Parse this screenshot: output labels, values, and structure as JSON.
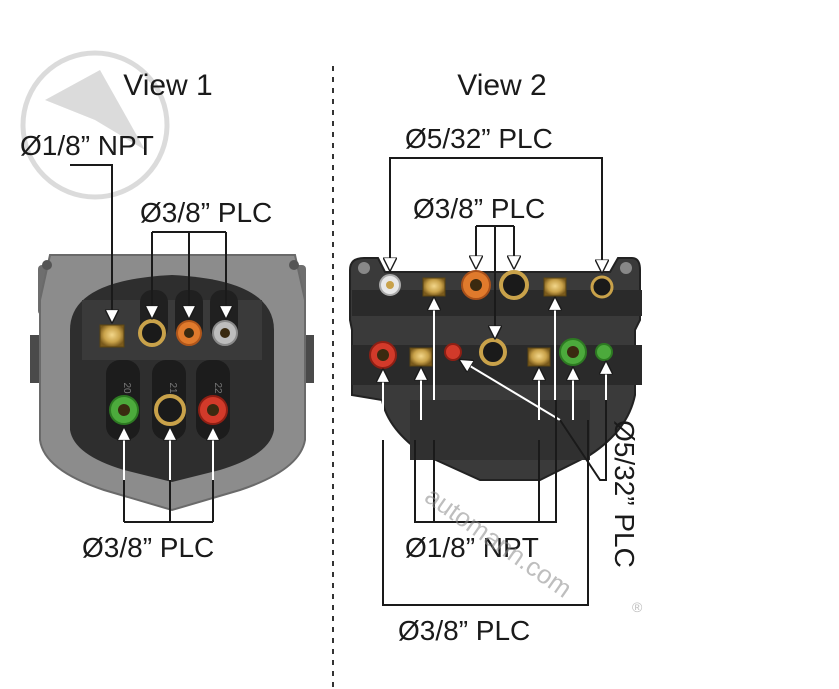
{
  "views": [
    {
      "title": "View 1",
      "labels": {
        "npt_top": "Ø1/8” NPT",
        "plc_top": "Ø3/8” PLC",
        "plc_bottom": "Ø3/8” PLC"
      },
      "port_numbers": [
        "20",
        "21",
        "22"
      ]
    },
    {
      "title": "View 2",
      "labels": {
        "plc_532_top": "Ø5/32” PLC",
        "plc_38_top": "Ø3/8” PLC",
        "plc_532_side": "Ø5/32” PLC",
        "npt_bottom": "Ø1/8” NPT",
        "plc_38_bottom": "Ø3/8” PLC"
      }
    }
  ],
  "watermark": {
    "url_text": "automann.com",
    "registered_mark": "®"
  },
  "colors": {
    "housing_gray": "#8c8c8c",
    "connector_dark": "#262626",
    "brass": "#c9a24a",
    "orange_ring": "#e07a2c",
    "green_ring": "#4caa3c",
    "red_ring": "#d23a2a"
  }
}
